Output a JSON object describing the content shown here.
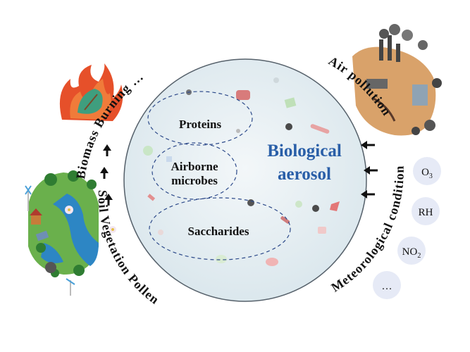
{
  "center": {
    "title_line1": "Biological",
    "title_line2": "aerosol",
    "components": [
      "Proteins",
      "Airborne",
      "microbes",
      "Saccharides"
    ]
  },
  "left": {
    "arc_label_upper": "Biomass Burning …",
    "arc_label_lower": "Soil Vegetation Pollen"
  },
  "right": {
    "arc_label_upper": "Air pollution",
    "arc_label_lower": "Meteorological condition",
    "factors": [
      "O3",
      "RH",
      "NO2",
      "…"
    ]
  },
  "colors": {
    "title": "#2a5fa8",
    "circle_fill": "#e4eef2",
    "bubble_fill": "#e6eaf6",
    "dashed": "#2d4a8a"
  }
}
